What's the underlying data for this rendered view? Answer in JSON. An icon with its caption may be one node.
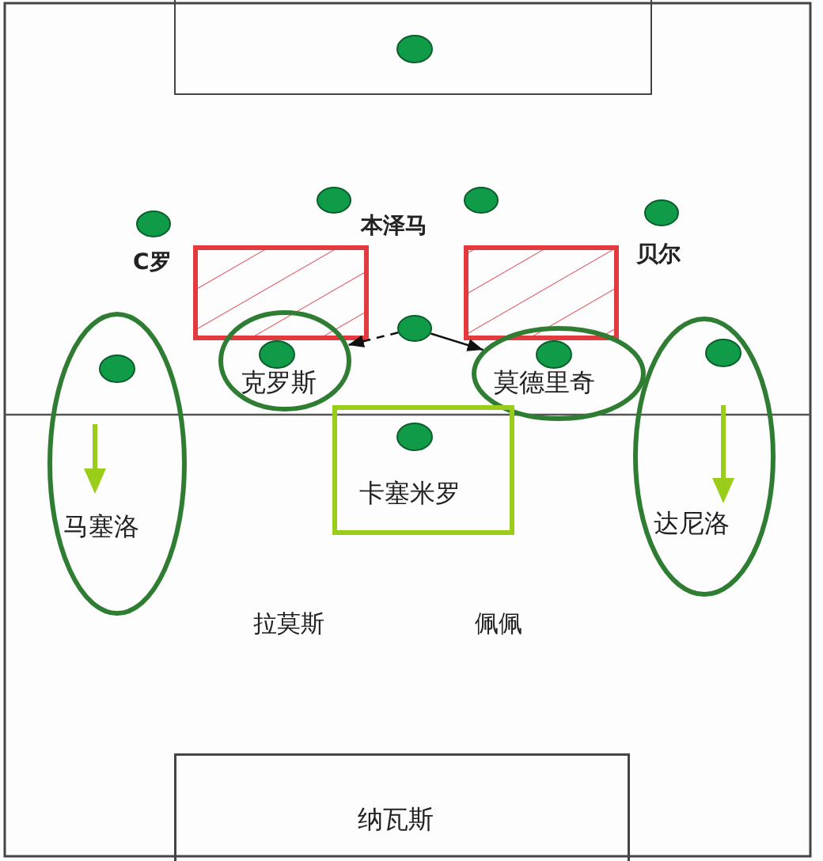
{
  "diagram": {
    "nodes": [
      {
        "text": [],
        "shape": "box"
      },
      {
        "text": [],
        "shape": "circle",
        "beside": [
          "C罗"
        ]
      },
      {
        "text": [],
        "shape": "circle",
        "beside": [
          "本泽马"
        ]
      },
      {
        "text": [],
        "shape": "circle"
      },
      {
        "text": [],
        "shape": "circle",
        "beside": [
          "贝尔"
        ]
      },
      {
        "text": [],
        "shape": "box"
      },
      {
        "text": [],
        "shape": "box"
      },
      {
        "text": [],
        "shape": "circle"
      },
      {
        "text": [
          "克罗斯"
        ]
      },
      {
        "text": [
          "莫德里奇"
        ]
      },
      {
        "text": [
          "马塞洛"
        ]
      },
      {
        "text": [
          "卡塞米罗"
        ]
      },
      {
        "text": [
          "达尼洛"
        ]
      },
      {
        "text": [
          "纳瓦斯"
        ]
      }
    ],
    "edges": [
      {
        "from": 7,
        "to": 8,
        "arrow": "to",
        "style": "dashed"
      },
      {
        "from": 7,
        "to": 9,
        "arrow": "to"
      }
    ],
    "labels": [
      "拉莫斯",
      "佩佩"
    ]
  }
}
